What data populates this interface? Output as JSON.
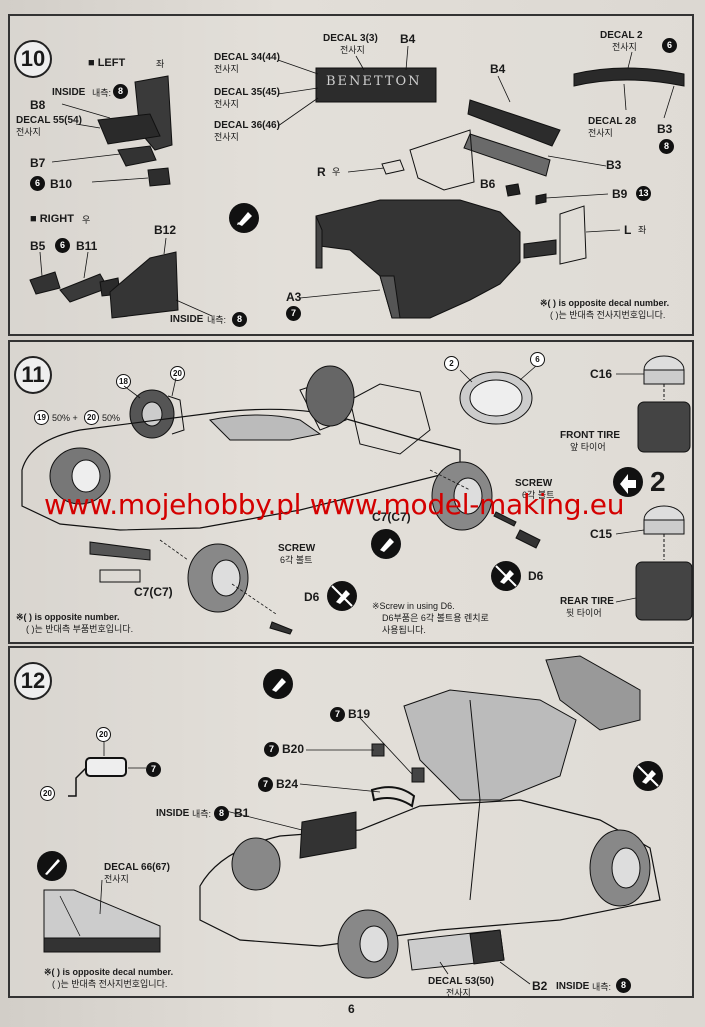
{
  "watermark": "www.mojehobby.pl www.model-making.eu",
  "page_number": "6",
  "step10": {
    "number": "10",
    "left_header": "■ LEFT",
    "left_kr": "좌",
    "right_header": "■ RIGHT",
    "right_kr": "우",
    "inside_label_top": "INSIDE",
    "inside_kr_top": "내측:",
    "inside_num_top": "8",
    "inside_label_bottom": "INSIDE",
    "inside_kr_bottom": "내측:",
    "inside_num_bottom": "8",
    "b8": "B8",
    "decal_55": "DECAL 55(54)",
    "decal_55_kr": "전사지",
    "b7": "B7",
    "b10": "B10",
    "b10_num": "6",
    "b5": "B5",
    "b5_num": "6",
    "b11": "B11",
    "b12": "B12",
    "decal_34": "DECAL 34(44)",
    "decal_34_kr": "전사지",
    "decal_35": "DECAL 35(45)",
    "decal_35_kr": "전사지",
    "decal_36": "DECAL 36(46)",
    "decal_36_kr": "전사지",
    "decal_3": "DECAL 3(3)",
    "decal_3_kr": "전사지",
    "b4_top": "B4",
    "benetton": "BENETTON",
    "b4": "B4",
    "decal_2": "DECAL 2",
    "decal_2_kr": "전사지",
    "decal_2_num": "6",
    "decal_28": "DECAL 28",
    "decal_28_kr": "전사지",
    "b3_right": "B3",
    "b3_num": "8",
    "b3": "B3",
    "r_label": "R",
    "r_kr": "우",
    "b6": "B6",
    "b9": "B9",
    "b9_num": "13",
    "l_label": "L",
    "l_kr": "좌",
    "a3": "A3",
    "a3_num": "7",
    "note_en": "※( ) is opposite decal number.",
    "note_kr": "( )는 반대측 전사지번호입니다."
  },
  "step11": {
    "number": "11",
    "paint_18": "18",
    "paint_20": "20",
    "mix_19": "19",
    "mix_19_pct": "50% +",
    "mix_20": "20",
    "mix_20_pct": "50%",
    "paint_2": "2",
    "paint_6": "6",
    "c16": "C16",
    "front_tire": "FRONT TIRE",
    "front_tire_kr": "앞 타이어",
    "screw_top": "SCREW",
    "screw_top_kr": "6각 볼트",
    "c7_top": "C7(C7)",
    "repeat_count": "2",
    "c15": "C15",
    "d6_right": "D6",
    "rear_tire": "REAR TIRE",
    "rear_tire_kr": "뒷 타이어",
    "screw_bottom": "SCREW",
    "screw_bottom_kr": "6각 볼트",
    "c7_bottom": "C7(C7)",
    "d6_bottom": "D6",
    "note_en": "※( ) is opposite number.",
    "note_kr": "( )는 반대측 부품번호입니다.",
    "screw_note_en": "※Screw in using D6.",
    "screw_note_kr1": "D6부품은 6각 볼트용 렌치로",
    "screw_note_kr2": "사용됩니다."
  },
  "step12": {
    "number": "12",
    "mirror_20a": "20",
    "mirror_20b": "20",
    "mirror_7": "7",
    "b19": "B19",
    "b19_num": "7",
    "b20": "B20",
    "b20_num": "7",
    "b24": "B24",
    "b24_num": "7",
    "inside_label": "INSIDE",
    "inside_kr": "내측:",
    "inside_num": "8",
    "b1": "B1",
    "decal_66": "DECAL 66(67)",
    "decal_66_kr": "전사지",
    "decal_53": "DECAL 53(50)",
    "decal_53_kr": "전사지",
    "b2": "B2",
    "b2_inside": "INSIDE",
    "b2_inside_kr": "내측:",
    "b2_inside_num": "8",
    "note_en": "※( ) is opposite decal number.",
    "note_kr": "( )는 반대측 전사지번호입니다."
  }
}
